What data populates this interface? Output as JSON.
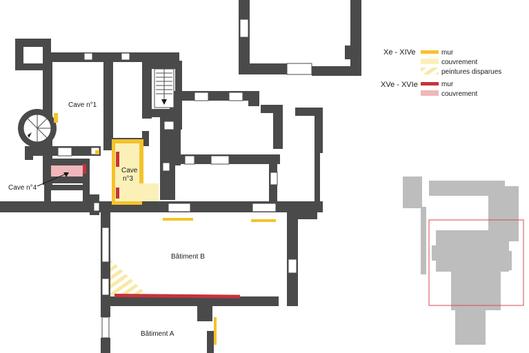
{
  "colors": {
    "wall": "#4a4a4a",
    "period1_wall": "#f5c22a",
    "period1_cover": "#fbf0b8",
    "period2_wall": "#c8333a",
    "period2_cover": "#efb7b9",
    "minimap": "#bdbdbd",
    "minimap_frame": "#d34a4a"
  },
  "rooms": {
    "cave1": "Cave n°1",
    "cave3_line1": "Cave",
    "cave3_line2": "n°3",
    "cave4": "Cave n°4",
    "batiment_b": "Bâtiment B",
    "batiment_a": "Bâtiment A"
  },
  "legend": {
    "period1": {
      "heading": "Xe - XIVe",
      "items": [
        "mur",
        "couvrement",
        "peintures disparues"
      ]
    },
    "period2": {
      "heading": "XVe - XVIe",
      "items": [
        "mur",
        "couvrement"
      ]
    }
  },
  "icons": {
    "stairs": "staircase-icon",
    "spiral": "spiral-staircase-icon",
    "arrow": "pointer-arrow-icon"
  }
}
